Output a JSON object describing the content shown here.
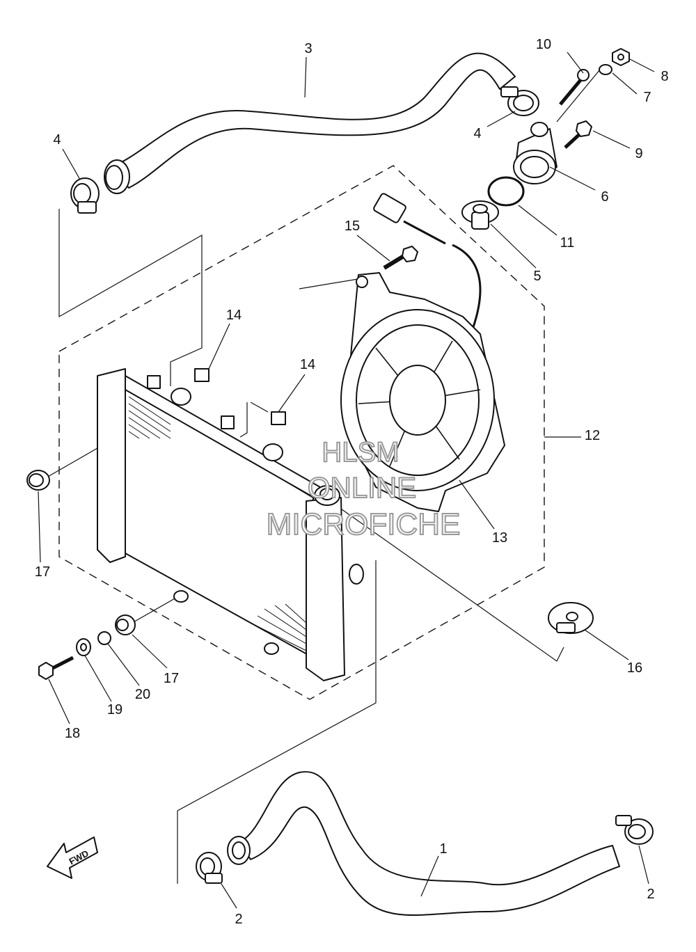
{
  "diagram": {
    "callouts": [
      "1",
      "2",
      "2",
      "3",
      "4",
      "4",
      "5",
      "6",
      "7",
      "8",
      "9",
      "10",
      "11",
      "12",
      "13",
      "14",
      "14",
      "15",
      "16",
      "17",
      "17",
      "18",
      "19",
      "20"
    ],
    "fwd_label": "FWD",
    "watermark": [
      "HLSM",
      "ONLINE",
      "MICROFICHE"
    ]
  }
}
